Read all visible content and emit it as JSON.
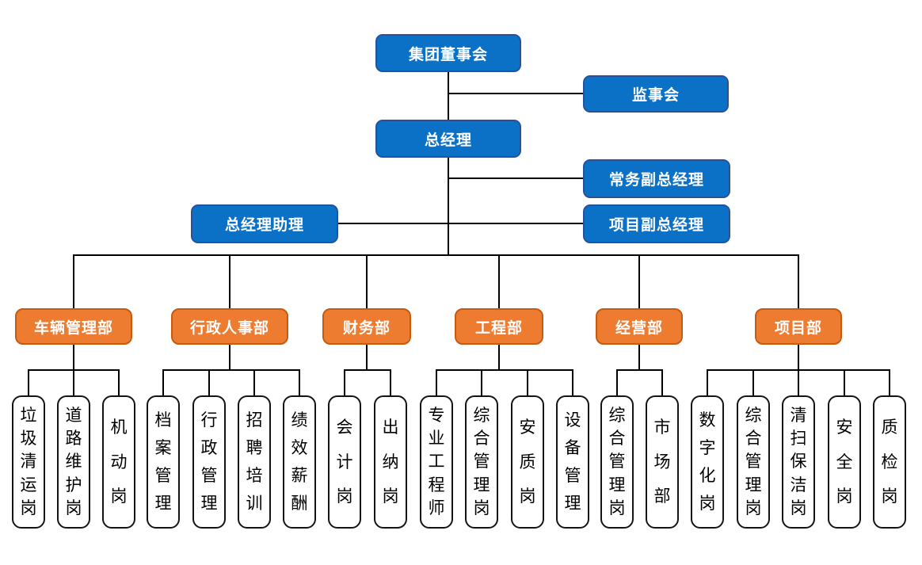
{
  "chart": {
    "type": "org-chart",
    "top": {
      "board": "集团董事会",
      "supervisory": "监事会",
      "gm": "总经理",
      "deputy_exec": "常务副总经理",
      "deputy_project": "项目副总经理",
      "assistant": "总经理助理"
    },
    "departments": [
      {
        "name": "车辆管理部",
        "posts": [
          "垃圾清运岗",
          "道路维护岗",
          "机动岗"
        ]
      },
      {
        "name": "行政人事部",
        "posts": [
          "档案管理",
          "行政管理",
          "招聘培训",
          "绩效薪酬"
        ]
      },
      {
        "name": "财务部",
        "posts": [
          "会计岗",
          "出纳岗"
        ]
      },
      {
        "name": "工程部",
        "posts": [
          "专业工程师",
          "综合管理岗",
          "安质岗",
          "设备管理"
        ]
      },
      {
        "name": "经营部",
        "posts": [
          "综合管理岗",
          "市场部"
        ]
      },
      {
        "name": "项目部",
        "posts": [
          "数字化岗",
          "综合管理岗",
          "清扫保洁岗",
          "安全岗",
          "质检岗"
        ]
      }
    ],
    "colors": {
      "exec_fill": "#0B71C6",
      "exec_border": "#27529B",
      "dept_fill": "#ED7C31",
      "dept_border": "#C55A11",
      "post_fill": "#FFFFFF",
      "post_border": "#141414",
      "line": "#000000"
    }
  }
}
